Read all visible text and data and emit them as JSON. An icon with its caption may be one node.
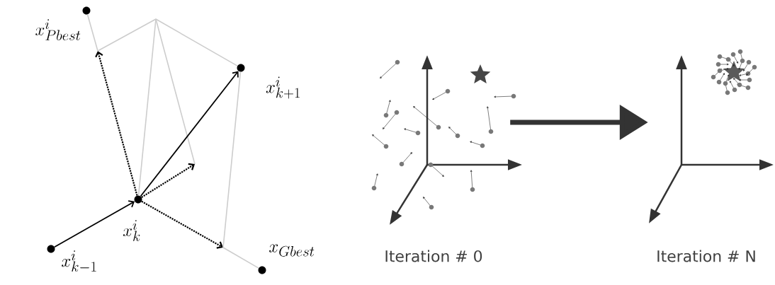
{
  "diagram": {
    "nodes": [
      {
        "text": [],
        "shape": "circle",
        "beside": [
          "x^{i}_{Pbest}"
        ]
      },
      {
        "text": [],
        "shape": "circle",
        "beside": [
          "x^{i}_{k+1}"
        ]
      },
      {
        "text": [],
        "shape": "circle",
        "beside": [
          "x^{i}_{k}"
        ]
      },
      {
        "text": [],
        "shape": "circle",
        "beside": [
          "x^{i}_{k-1}"
        ]
      },
      {
        "text": [],
        "shape": "circle",
        "beside": [
          "x_{Gbest}"
        ]
      },
      {
        "text": [],
        "shape": "picture",
        "beside": [
          "Iteration # 0"
        ]
      },
      {
        "text": [],
        "shape": "picture",
        "beside": [
          "Iteration # N"
        ]
      }
    ],
    "edges": [
      {
        "from": 3,
        "to": 2,
        "arrow": "to"
      },
      {
        "from": 2,
        "to": 1,
        "arrow": "to"
      },
      {
        "from": 2,
        "to": null,
        "arrow": "to",
        "style": "dashed"
      },
      {
        "from": 2,
        "to": null,
        "arrow": "to",
        "style": "dashed"
      },
      {
        "from": 2,
        "to": null,
        "arrow": "to",
        "style": "dashed"
      },
      {
        "from": 5,
        "to": 6,
        "arrow": "to",
        "style": "thick",
        "color": "#333333"
      },
      {
        "from": 0,
        "to": null,
        "arrow": "none",
        "color": "#cdcdcd"
      },
      {
        "from": null,
        "to": 1,
        "arrow": "none",
        "color": "#cdcdcd"
      },
      {
        "from": 1,
        "to": 4,
        "arrow": "none",
        "color": "#cdcdcd"
      },
      {
        "from": null,
        "to": 2,
        "arrow": "none",
        "color": "#cdcdcd"
      }
    ]
  }
}
